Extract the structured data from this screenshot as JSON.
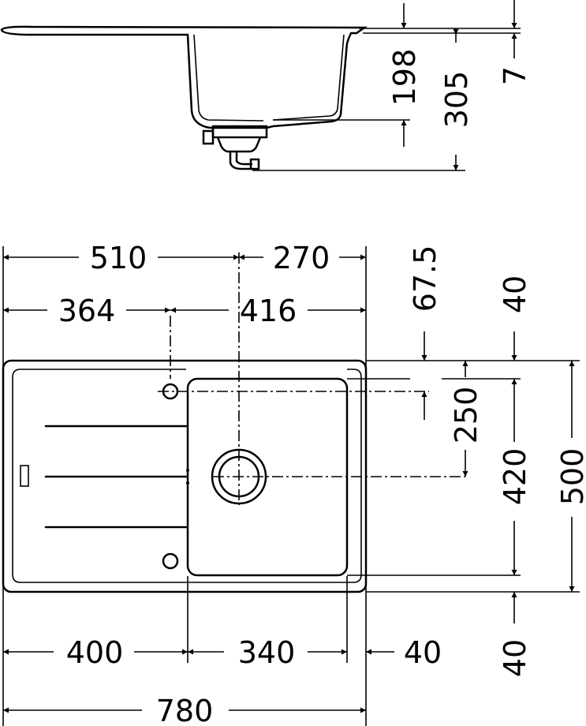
{
  "dimensions": {
    "side_198": "198",
    "side_305": "305",
    "side_7": "7",
    "top_510": "510",
    "top_270": "270",
    "top_364": "364",
    "top_416": "416",
    "right_67_5": "67.5",
    "right_40_top": "40",
    "right_250": "250",
    "right_420": "420",
    "right_500": "500",
    "right_40_bottom": "40",
    "bottom_400": "400",
    "bottom_340": "340",
    "bottom_40": "40",
    "bottom_780": "780"
  }
}
